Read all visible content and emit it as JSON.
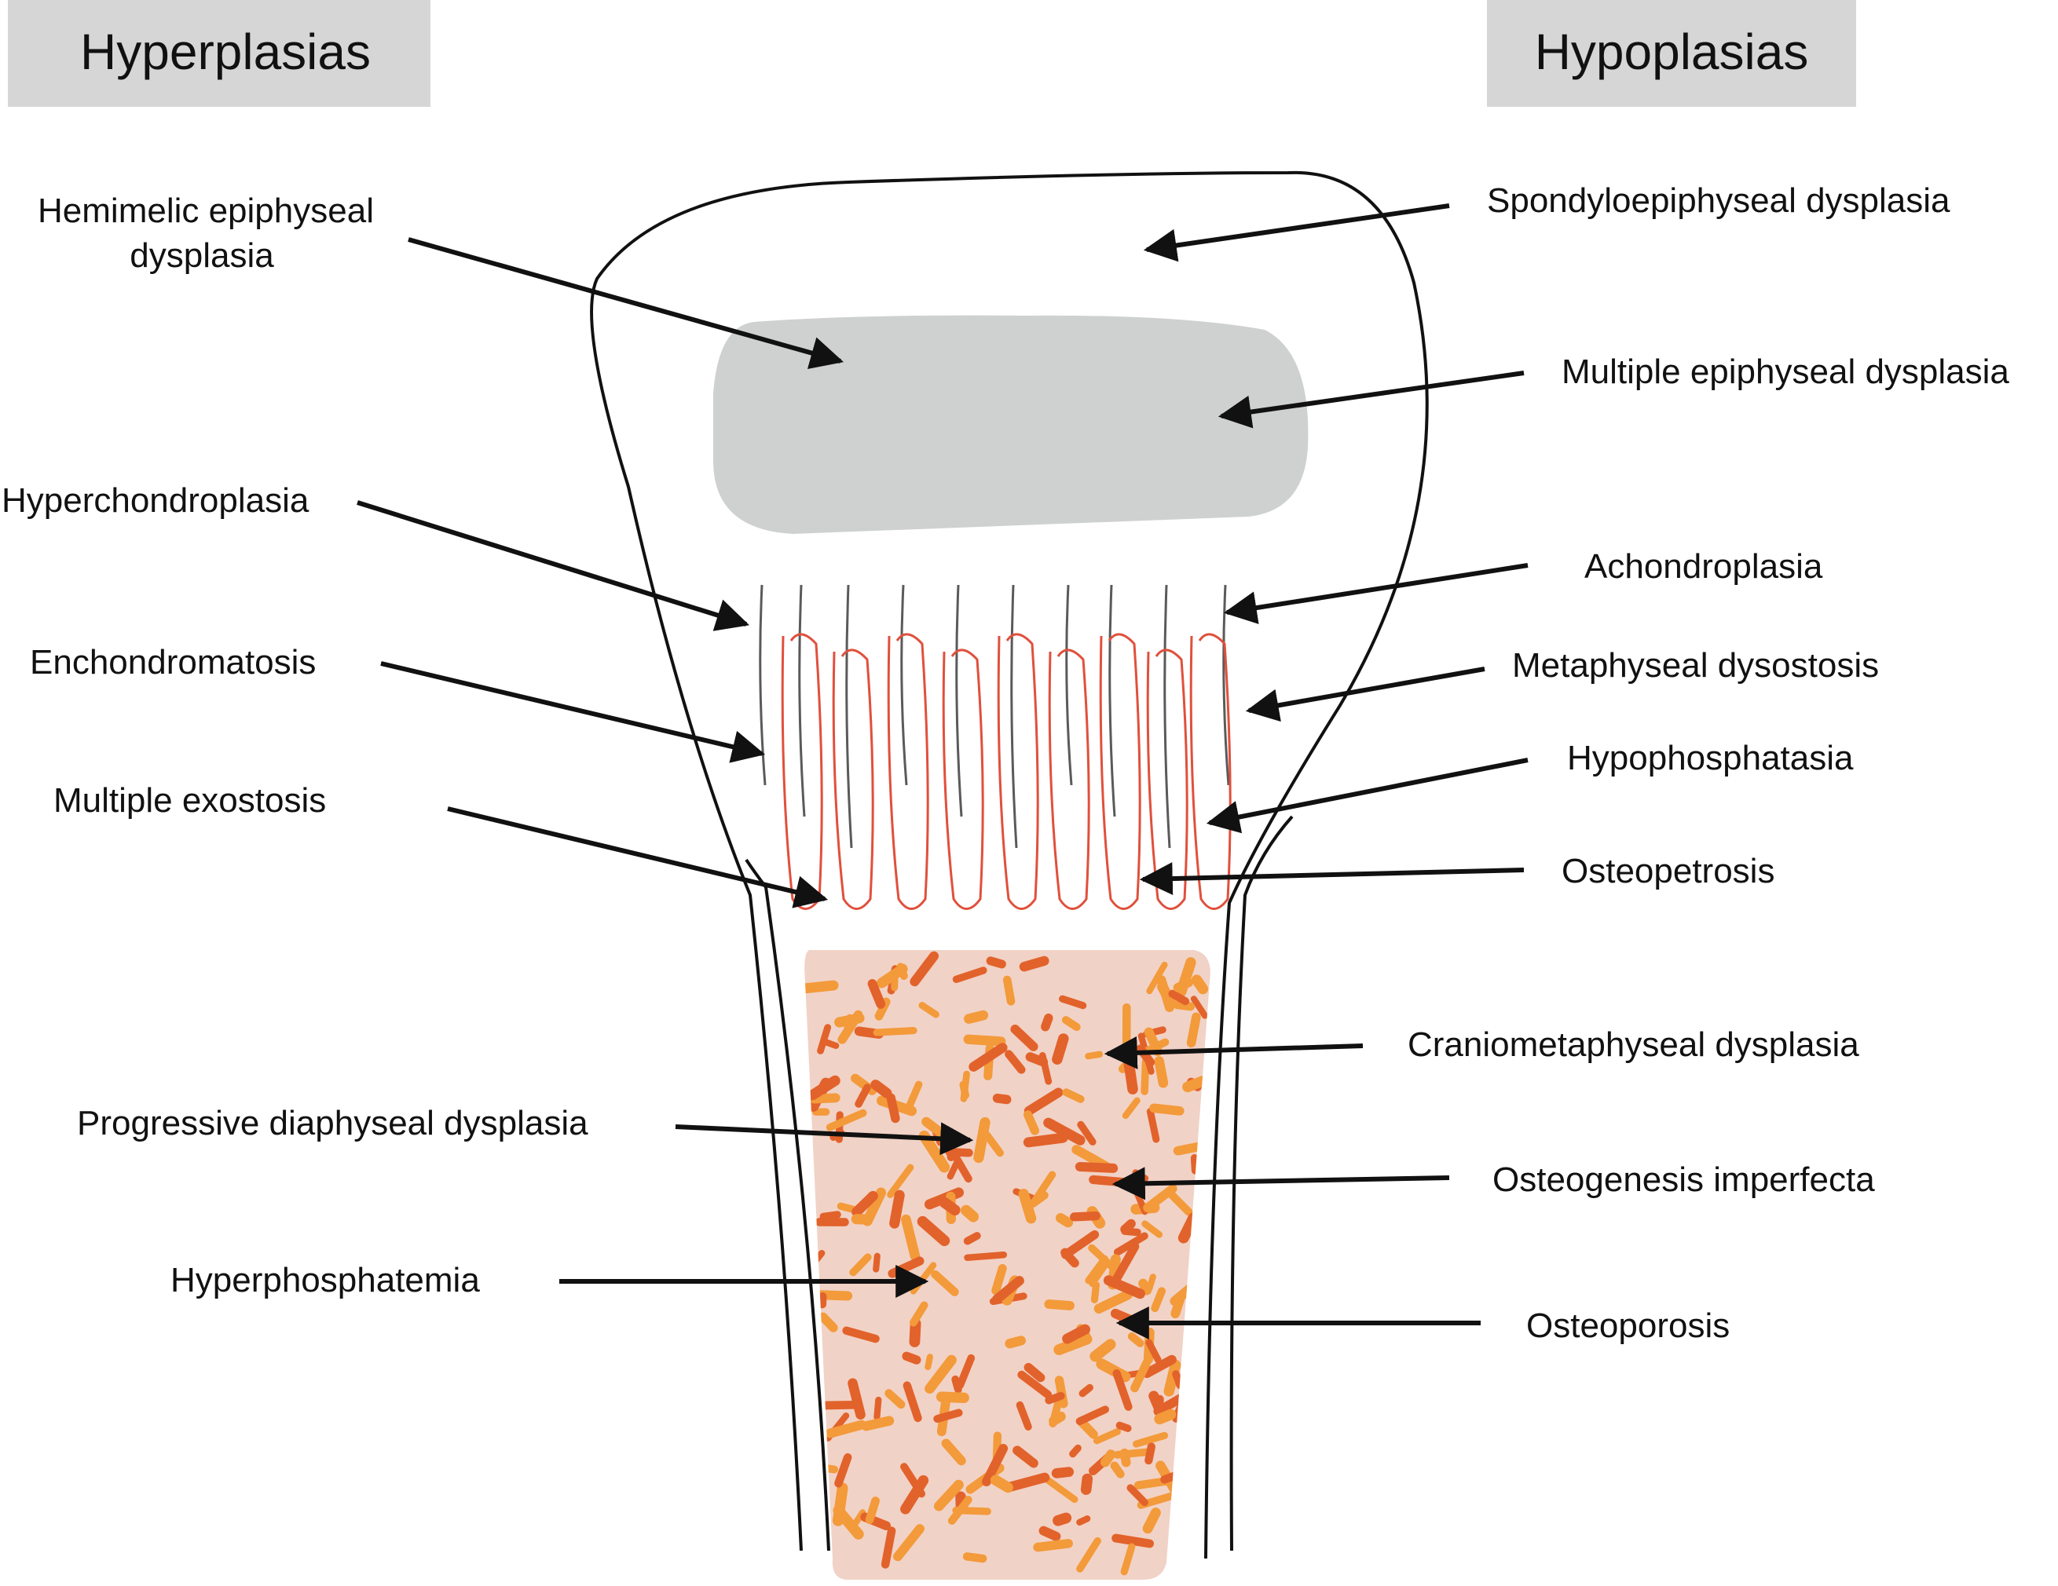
{
  "headers": {
    "left": "Hyperplasias",
    "right": "Hypoplasias"
  },
  "labels": {
    "hemimelic_line1": "Hemimelic epiphyseal",
    "hemimelic_line2": "dysplasia",
    "hyperchondroplasia": "Hyperchondroplasia",
    "enchondromatosis": "Enchondromatosis",
    "multiple_exostosis": "Multiple exostosis",
    "progressive_diaphyseal": "Progressive diaphyseal dysplasia",
    "hyperphosphatemia": "Hyperphosphatemia",
    "spondyloepiphyseal": "Spondyloepiphyseal dysplasia",
    "multiple_epiphyseal": "Multiple epiphyseal dysplasia",
    "achondroplasia": "Achondroplasia",
    "metaphyseal_dysostosis": "Metaphyseal dysostosis",
    "hypophosphatasia": "Hypophosphatasia",
    "osteopetrosis": "Osteopetrosis",
    "craniometaphyseal": "Craniometaphyseal dysplasia",
    "osteogenesis_imperfecta": "Osteogenesis imperfecta",
    "osteoporosis": "Osteoporosis"
  },
  "colors": {
    "header_bg": "#d6d6d6",
    "epiphysis_fill": "#cfd1d1",
    "diaphysis_fill": "#f1d2c6",
    "column_red": "#e0503c",
    "column_gray": "#5a5a5a",
    "speckle_dark": "#e2622b",
    "speckle_light": "#f39a3a",
    "outline": "#111111"
  }
}
